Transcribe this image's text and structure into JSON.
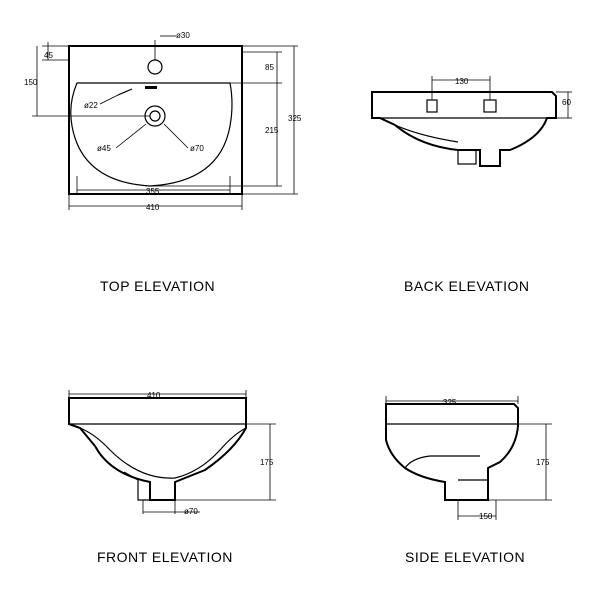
{
  "views": {
    "top": {
      "title": "TOP ELEVATION",
      "dims": {
        "d30": "ø30",
        "d45": "45",
        "d150": "150",
        "d85": "85",
        "d22": "ø22",
        "d215": "215",
        "d325": "325",
        "d45b": "ø45",
        "d70": "ø70",
        "d355": "355",
        "d410": "410"
      }
    },
    "back": {
      "title": "BACK ELEVATION",
      "dims": {
        "d130": "130",
        "d60": "60"
      }
    },
    "front": {
      "title": "FRONT ELEVATION",
      "dims": {
        "d410": "410",
        "d175": "175",
        "d70": "ø70"
      }
    },
    "side": {
      "title": "SIDE ELEVATION",
      "dims": {
        "d325": "325",
        "d175": "175",
        "d150": "150"
      }
    }
  },
  "colors": {
    "line": "#000000",
    "background": "#ffffff"
  }
}
